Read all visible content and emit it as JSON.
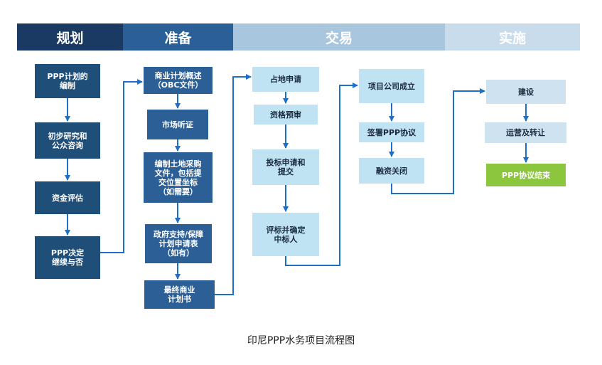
{
  "phases": [
    {
      "label": "规划",
      "color": "#1a3a63"
    },
    {
      "label": "准备",
      "color": "#2a5f97"
    },
    {
      "label": "交易",
      "color": "#a9c6df"
    },
    {
      "label": "实施",
      "color": "#c8dcec"
    }
  ],
  "planning": {
    "step1": "PPP计划的\n编制",
    "step2": "初步研究和\n公众咨询",
    "step3": "资金评估",
    "step4": "PPP决定\n继续与否"
  },
  "preparation": {
    "step1": "商业计划概述\n（OBC文件）",
    "step2": "市场听证",
    "step3": "编制土地采购\n文件，包括提\n交位置坐标\n（如需要）",
    "step4": "政府支持/保障\n计划申请表\n（如有）",
    "step5": "最终商业\n计划书"
  },
  "transaction": {
    "step1": "占地申请",
    "step2": "资格预审",
    "step3": "投标申请和\n提交",
    "step4": "评标并确定\n中标人"
  },
  "transaction_b": {
    "step1": "项目公司成立",
    "step2": "签署PPP协议",
    "step3": "融资关闭"
  },
  "implementation": {
    "step1": "建设",
    "step2": "运营及转让",
    "step3": "PPP协议结束"
  },
  "colors": {
    "arrow": "#1e6fc8",
    "dark_box": "#1f4e79",
    "light_box": "#bfe3f2",
    "green_box": "#8cc63f"
  },
  "caption": "印尼PPP水务项目流程图"
}
